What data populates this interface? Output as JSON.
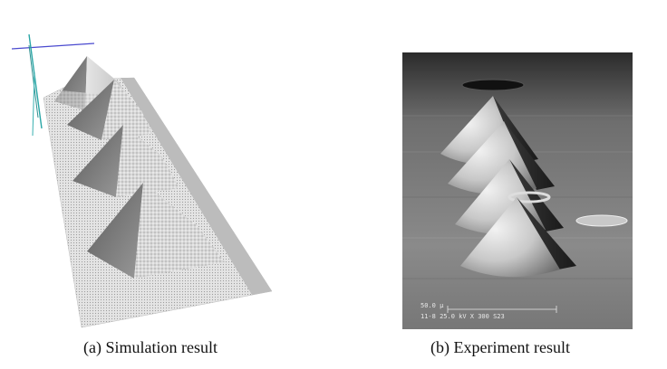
{
  "figure": {
    "caption_a": "(a) Simulation result",
    "caption_b": "(b) Experiment result",
    "sem_scale_line1": "50.0 μ",
    "sem_scale_line2": "11-8 25.0 kV X 300 S23"
  }
}
